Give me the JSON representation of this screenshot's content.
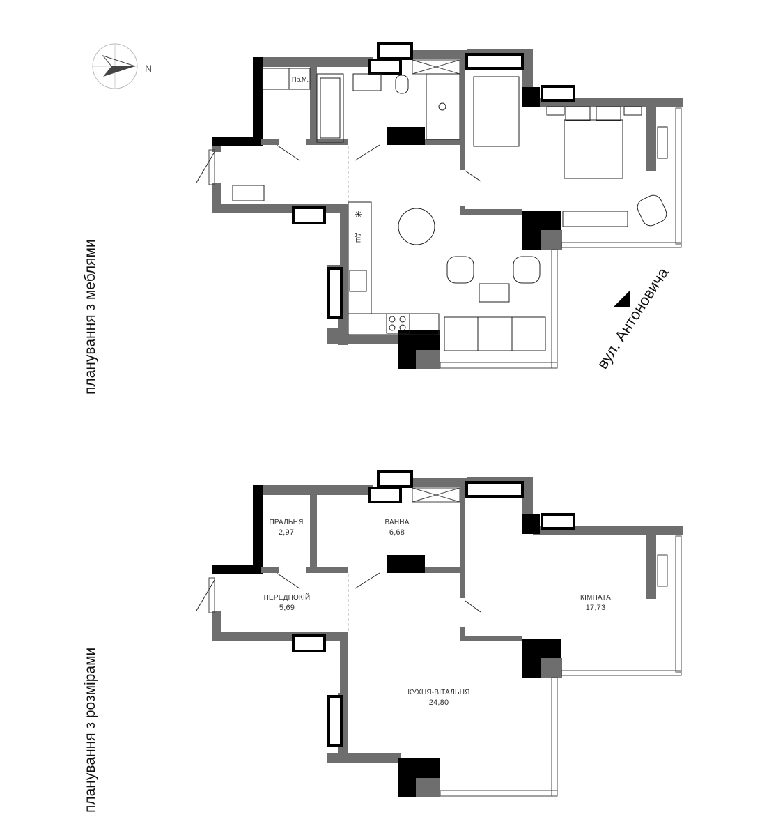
{
  "compass": {
    "north_label": "N",
    "icon": "compass-arrow-icon"
  },
  "street": {
    "label": "вул. Антоновича",
    "marker_icon": "street-direction-triangle-icon"
  },
  "plans": {
    "furnished": {
      "title": "планування з меблями",
      "fixtures": {
        "laundry_tag": "Пр.М.",
        "dishwasher_tag": "ДШ",
        "hood_symbol": "✳"
      }
    },
    "dimensions": {
      "title": "планування з розмірами",
      "rooms": [
        {
          "name": "ПРАЛЬНЯ",
          "area": "2,97"
        },
        {
          "name": "ВАННА",
          "area": "6,68"
        },
        {
          "name": "ПЕРЕДПОКІЙ",
          "area": "5,69"
        },
        {
          "name": "КІМНАТА",
          "area": "17,73"
        },
        {
          "name": "КУХНЯ-ВІТАЛЬНЯ",
          "area": "24,80"
        }
      ]
    }
  },
  "colors": {
    "wall": "#6e6e6e",
    "structural": "#000000",
    "line": "#222222",
    "window": "#888888",
    "background": "#ffffff"
  }
}
